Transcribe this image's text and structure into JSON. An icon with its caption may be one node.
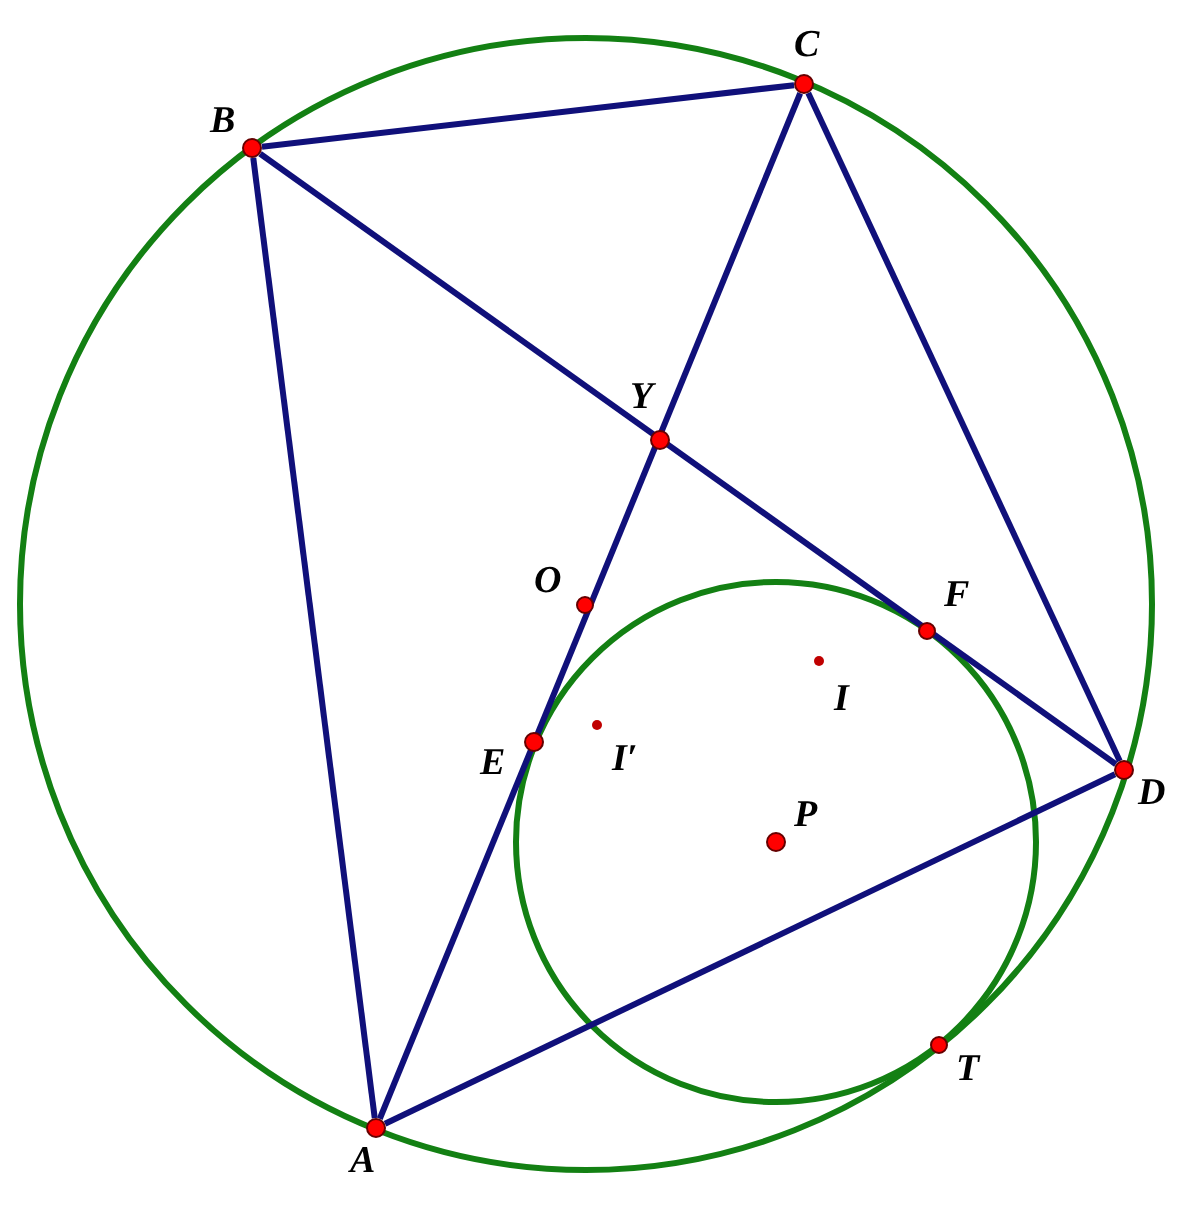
{
  "diagram": {
    "nodes": [
      {
        "text": [
          "B"
        ]
      },
      {
        "text": [
          "C"
        ]
      },
      {
        "text": [
          "Y"
        ]
      },
      {
        "text": [
          "O"
        ]
      },
      {
        "text": [
          "F"
        ]
      },
      {
        "text": [
          "I"
        ]
      },
      {
        "text": [
          "E"
        ]
      },
      {
        "text": [
          "I′"
        ]
      },
      {
        "text": [
          "D"
        ]
      },
      {
        "text": [
          "P"
        ]
      },
      {
        "text": [
          "T"
        ]
      },
      {
        "text": [
          "A"
        ]
      }
    ],
    "edges": [
      {
        "from": 0,
        "to": 1,
        "arrow": "none"
      },
      {
        "from": 0,
        "to": 8,
        "arrow": "none"
      },
      {
        "from": 1,
        "to": 8,
        "arrow": "none"
      },
      {
        "from": 11,
        "to": 1,
        "arrow": "none"
      },
      {
        "from": 11,
        "to": 8,
        "arrow": "none"
      },
      {
        "from": 11,
        "to": 0,
        "arrow": "none"
      }
    ]
  }
}
